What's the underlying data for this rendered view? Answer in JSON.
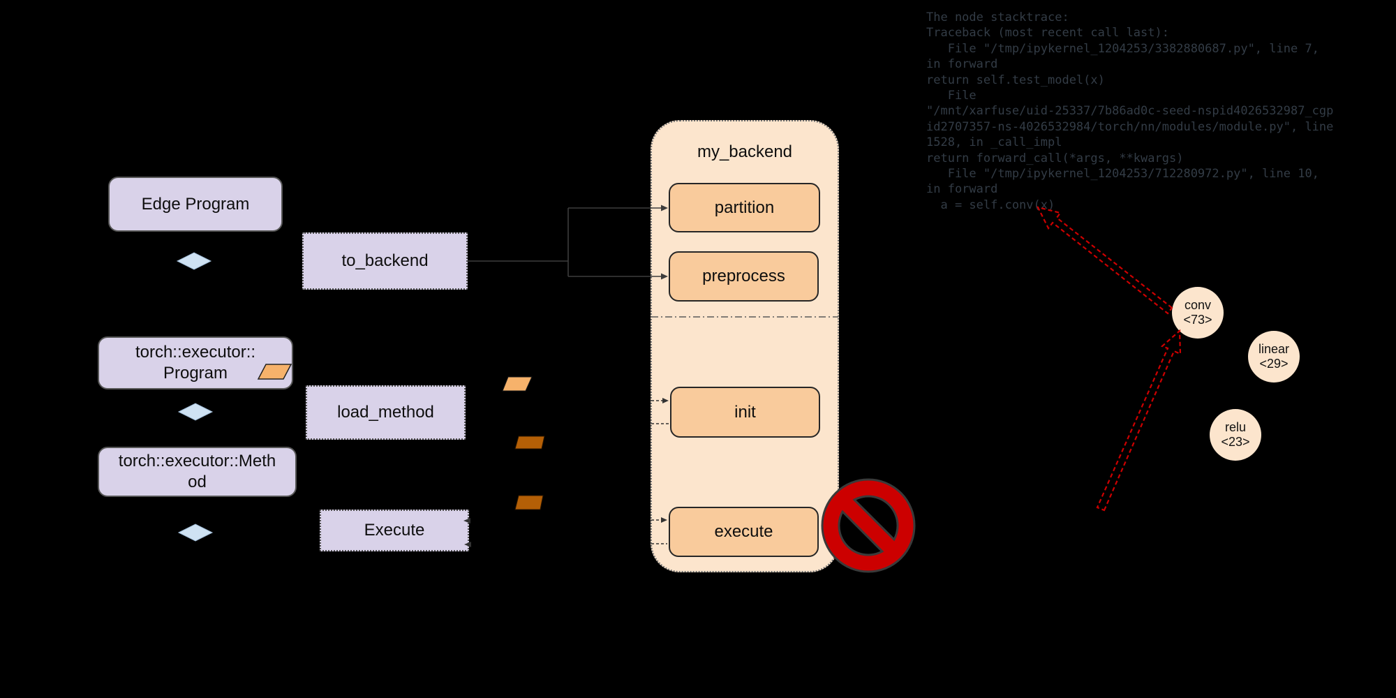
{
  "colors": {
    "background": "#000000",
    "purple_box": "#d9d2e9",
    "peach_container": "#fce5cd",
    "orange_stage_box": "#f9cb9c",
    "orange_parallelogram": "#f6b26b",
    "dark_orange_parallelogram": "#b45f06",
    "blue_diamond": "#cfe2f3",
    "prohibited_red": "#cc0000",
    "stacktrace_arrow_red": "#cc0000"
  },
  "flow": {
    "edge_program": "Edge Program",
    "program_line1": "torch::executor::",
    "program_line2": "Program",
    "method_line1": "torch::executor::Meth",
    "method_line2": "od",
    "to_backend": "to_backend",
    "load_method": "load_method",
    "execute": "Execute"
  },
  "backend": {
    "title": "my_backend",
    "stages": [
      "partition",
      "preprocess",
      "init",
      "execute"
    ]
  },
  "graph_nodes": [
    {
      "name": "conv",
      "id": "<73>"
    },
    {
      "name": "linear",
      "id": "<29>"
    },
    {
      "name": "relu",
      "id": "<23>"
    }
  ],
  "traceback": {
    "text": "The node stacktrace:\nTraceback (most recent call last):\n   File \"/tmp/ipykernel_1204253/3382880687.py\", line 7,\nin forward\nreturn self.test_model(x)\n   File\n\"/mnt/xarfuse/uid-25337/7b86ad0c-seed-nspid4026532987_cgp\nid2707357-ns-4026532984/torch/nn/modules/module.py\", line\n1528, in _call_impl\nreturn forward_call(*args, **kwargs)\n   File \"/tmp/ipykernel_1204253/712280972.py\", line 10,\nin forward\n  a = self.conv(x)"
  }
}
